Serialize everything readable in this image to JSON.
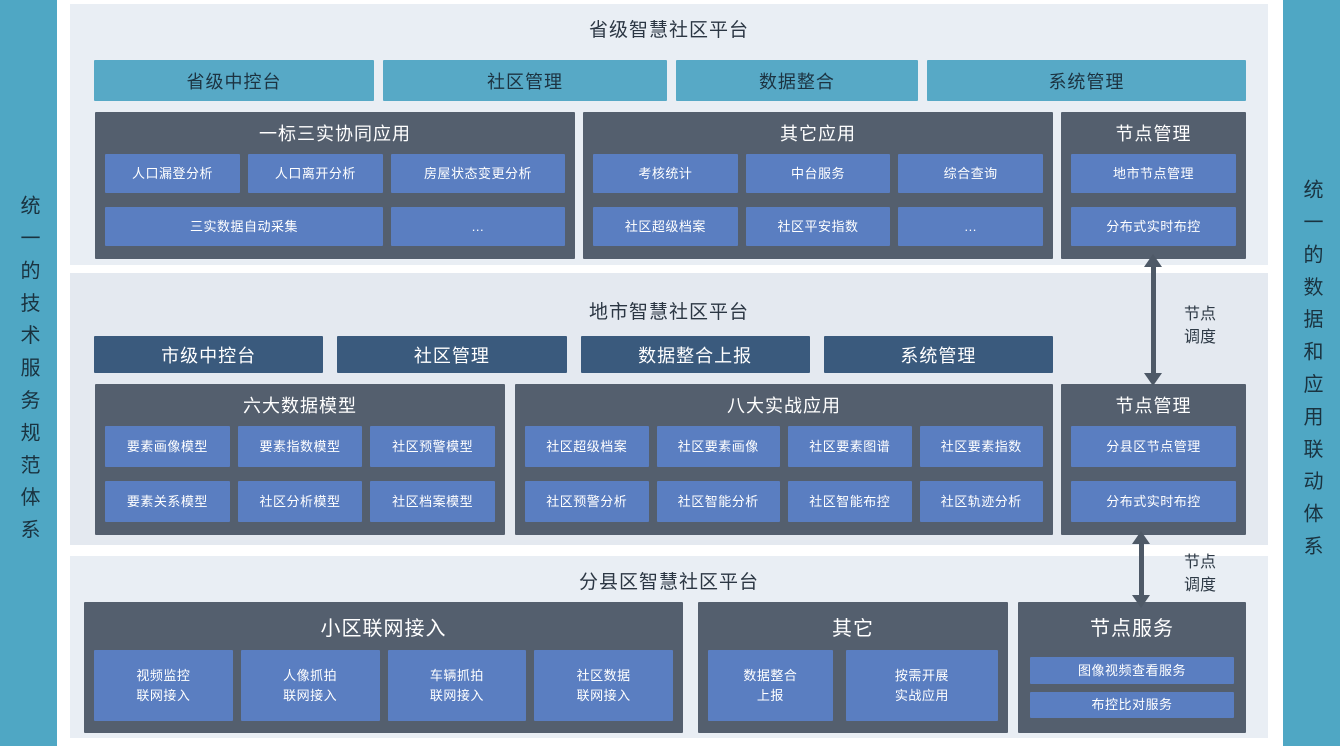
{
  "colors": {
    "teal": "#4FA7C4",
    "panel_dark": "#545F6E",
    "item_blue": "#5A7EC1",
    "nav_dark_blue": "#3A5A7D",
    "section_bg_light": "#E9EEF4",
    "section_bg_mid": "#E4E9F0",
    "arrow": "#4E5967"
  },
  "left_sidebar": "统一的技术服务规范体系",
  "right_sidebar": "统一的数据和应用联动体系",
  "node_scheduling": "节点调度",
  "provincial": {
    "title": "省级智慧社区平台",
    "nav": [
      "省级中控台",
      "社区管理",
      "数据整合",
      "系统管理"
    ],
    "panel_collab": {
      "title": "一标三实协同应用",
      "row1": [
        "人口漏登分析",
        "人口离开分析",
        "房屋状态变更分析"
      ],
      "row2": [
        "三实数据自动采集",
        "..."
      ]
    },
    "panel_other": {
      "title": "其它应用",
      "row1": [
        "考核统计",
        "中台服务",
        "综合查询"
      ],
      "row2": [
        "社区超级档案",
        "社区平安指数",
        "..."
      ]
    },
    "panel_node": {
      "title": "节点管理",
      "items": [
        "地市节点管理",
        "分布式实时布控"
      ]
    }
  },
  "city": {
    "title": "地市智慧社区平台",
    "nav": [
      "市级中控台",
      "社区管理",
      "数据整合上报",
      "系统管理"
    ],
    "panel_models": {
      "title": "六大数据模型",
      "row1": [
        "要素画像模型",
        "要素指数模型",
        "社区预警模型"
      ],
      "row2": [
        "要素关系模型",
        "社区分析模型",
        "社区档案模型"
      ]
    },
    "panel_apps": {
      "title": "八大实战应用",
      "row1": [
        "社区超级档案",
        "社区要素画像",
        "社区要素图谱",
        "社区要素指数"
      ],
      "row2": [
        "社区预警分析",
        "社区智能分析",
        "社区智能布控",
        "社区轨迹分析"
      ]
    },
    "panel_node": {
      "title": "节点管理",
      "items": [
        "分县区节点管理",
        "分布式实时布控"
      ]
    }
  },
  "county": {
    "title": "分县区智慧社区平台",
    "panel_access": {
      "title": "小区联网接入",
      "items": [
        "视频监控\n联网接入",
        "人像抓拍\n联网接入",
        "车辆抓拍\n联网接入",
        "社区数据\n联网接入"
      ]
    },
    "panel_other": {
      "title": "其它",
      "items": [
        "数据整合\n上报",
        "按需开展\n实战应用"
      ]
    },
    "panel_service": {
      "title": "节点服务",
      "items": [
        "图像视频查看服务",
        "布控比对服务"
      ]
    }
  }
}
